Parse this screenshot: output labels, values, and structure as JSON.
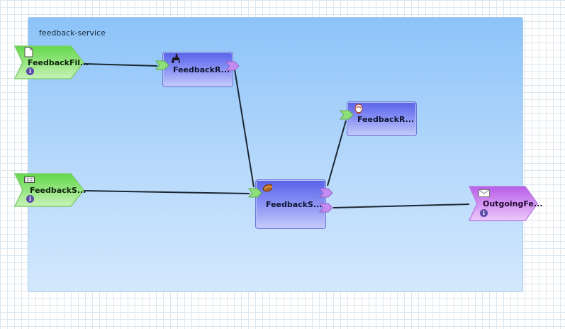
{
  "composite": {
    "name": "feedback-service"
  },
  "services": [
    {
      "id": "svc-file",
      "label": "FeedbackFil...",
      "icon": "file-icon"
    },
    {
      "id": "svc-soap",
      "label": "FeedbackS...",
      "icon": "keyboard-icon"
    }
  ],
  "components": [
    {
      "id": "router",
      "label": "FeedbackR...",
      "icon": "camel-icon"
    },
    {
      "id": "rules",
      "label": "FeedbackR...",
      "icon": "rules-head-icon"
    },
    {
      "id": "bean",
      "label": "FeedbackS...",
      "icon": "bean-icon"
    }
  ],
  "references": [
    {
      "id": "ref-outgoing",
      "label": "OutgoingFe...",
      "icon": "envelope-icon"
    }
  ],
  "colors": {
    "service_green": "#8ee07a",
    "reference_purple": "#c77cf3",
    "component_blue": "#6b74ee",
    "wire": "#1c2733"
  }
}
